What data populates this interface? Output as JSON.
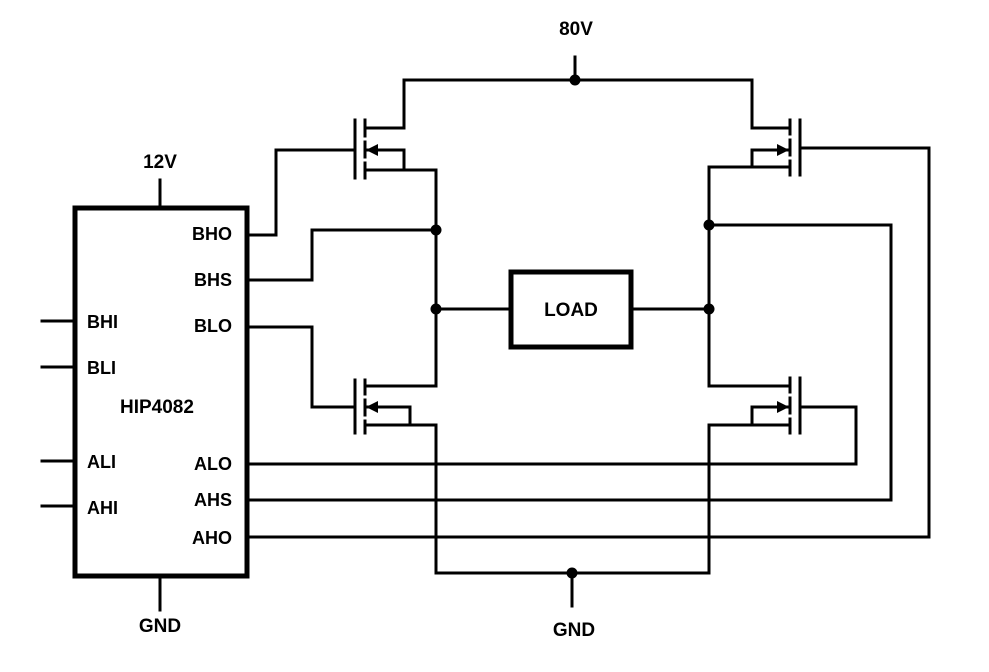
{
  "supply": {
    "high_voltage": "80V",
    "logic_voltage": "12V"
  },
  "ground": {
    "ic_label": "GND",
    "bridge_label": "GND"
  },
  "ic": {
    "name": "HIP4082",
    "left_pins": [
      "BHI",
      "BLI",
      "ALI",
      "AHI"
    ],
    "right_pins": [
      "BHO",
      "BHS",
      "BLO",
      "ALO",
      "AHS",
      "AHO"
    ]
  },
  "load": {
    "label": "LOAD"
  },
  "colors": {
    "ink": "#000000",
    "background": "#ffffff"
  }
}
